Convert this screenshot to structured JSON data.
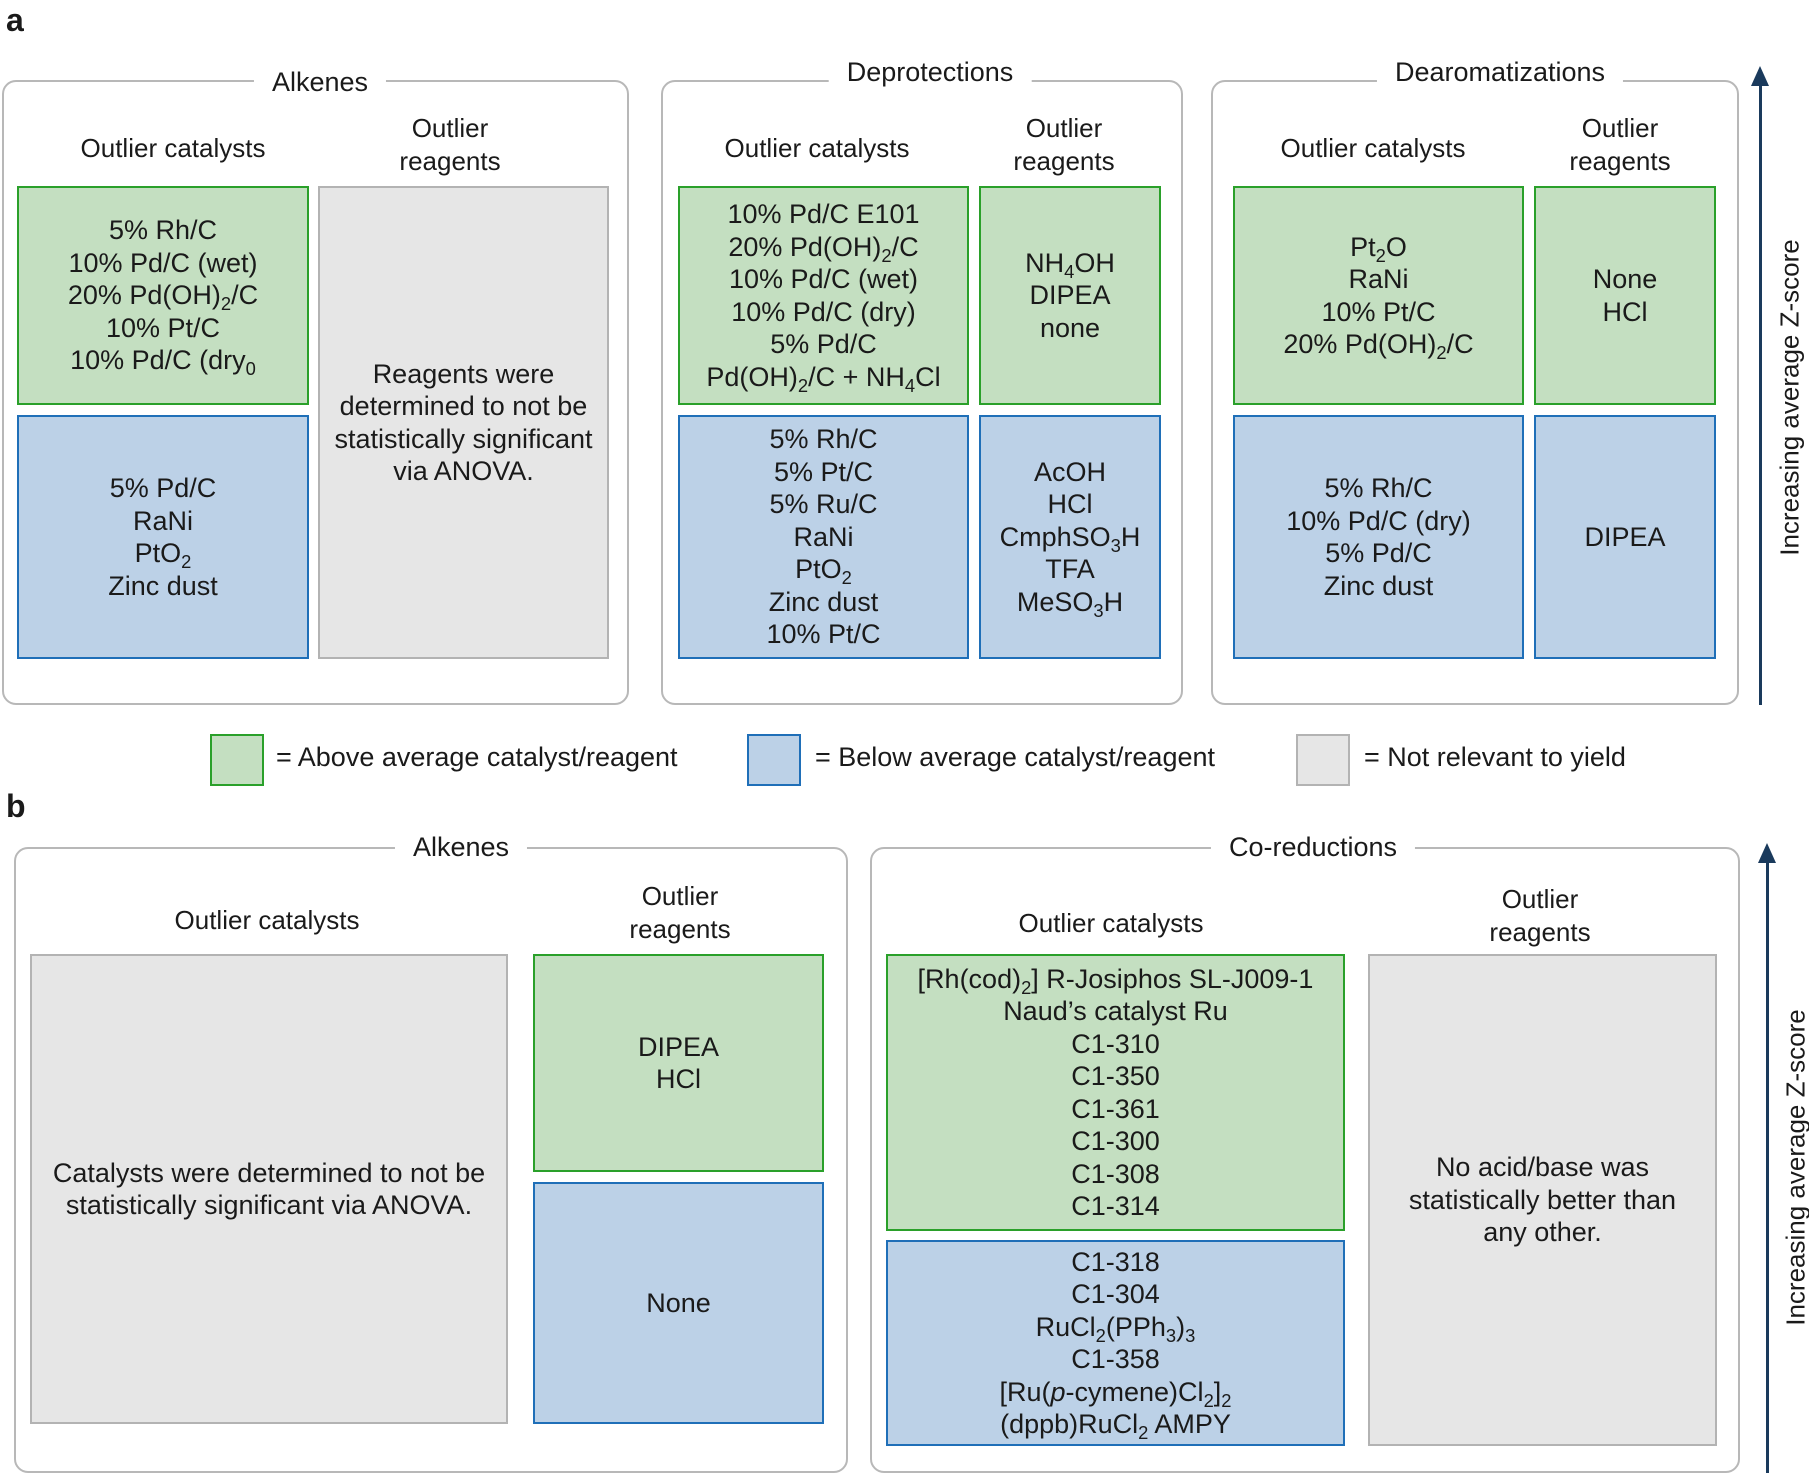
{
  "panel_a": {
    "label": "a",
    "axis_label": "Increasing average Z-score",
    "groups": [
      {
        "title": "Alkenes",
        "catalysts_header": "Outlier catalysts",
        "reagents_header_l1": "Outlier",
        "reagents_header_l2": "reagents",
        "catalysts_above": [
          "5% Rh/C",
          "10% Pd/C (wet)",
          "20% Pd(OH)2/C",
          "10% Pt/C",
          "10% Pd/C (dry0"
        ],
        "catalysts_below": [
          "5% Pd/C",
          "RaNi",
          "PtO2",
          "Zinc dust"
        ],
        "reagents_note": "Reagents were determined to not be statistically significant via ANOVA."
      },
      {
        "title": "Deprotections",
        "catalysts_header": "Outlier catalysts",
        "reagents_header_l1": "Outlier",
        "reagents_header_l2": "reagents",
        "catalysts_above": [
          "10% Pd/C E101",
          "20% Pd(OH)2/C",
          "10% Pd/C (wet)",
          "10% Pd/C (dry)",
          "5% Pd/C",
          "Pd(OH)2/C + NH4Cl"
        ],
        "catalysts_below": [
          "5% Rh/C",
          "5% Pt/C",
          "5% Ru/C",
          "RaNi",
          "PtO2",
          "Zinc dust",
          "10% Pt/C"
        ],
        "reagents_above": [
          "NH4OH",
          "DIPEA",
          "none"
        ],
        "reagents_below": [
          "AcOH",
          "HCl",
          "CmphSO3H",
          "TFA",
          "MeSO3H"
        ]
      },
      {
        "title": "Dearomatizations",
        "catalysts_header": "Outlier catalysts",
        "reagents_header_l1": "Outlier",
        "reagents_header_l2": "reagents",
        "catalysts_above": [
          "Pt2O",
          "RaNi",
          "10% Pt/C",
          "20% Pd(OH)2/C"
        ],
        "catalysts_below": [
          "5% Rh/C",
          "10% Pd/C (dry)",
          "5% Pd/C",
          "Zinc dust"
        ],
        "reagents_above": [
          "None",
          "HCl"
        ],
        "reagents_below": [
          "DIPEA"
        ]
      }
    ]
  },
  "legend": {
    "above": "= Above average catalyst/reagent",
    "below": "= Below average catalyst/reagent",
    "not_relevant": "= Not relevant to yield",
    "colors": {
      "above_fill": "#c4dfc1",
      "above_border": "#2aa02a",
      "below_fill": "#bcd1e7",
      "below_border": "#1f6fb8",
      "grey_fill": "#e6e6e6",
      "grey_border": "#b3b3b3"
    }
  },
  "panel_b": {
    "label": "b",
    "axis_label": "Increasing average Z-score",
    "groups": [
      {
        "title": "Alkenes",
        "catalysts_header": "Outlier catalysts",
        "reagents_header_l1": "Outlier",
        "reagents_header_l2": "reagents",
        "catalysts_note": "Catalysts were determined to not be statistically significant via ANOVA.",
        "reagents_above": [
          "DIPEA",
          "HCl"
        ],
        "reagents_below": [
          "None"
        ]
      },
      {
        "title": "Co-reductions",
        "catalysts_header": "Outlier catalysts",
        "reagents_header_l1": "Outlier",
        "reagents_header_l2": "reagents",
        "catalysts_above": [
          "[Rh(cod)2] R-Josiphos SL-J009-1",
          "Naud’s catalyst Ru",
          "C1-310",
          "C1-350",
          "C1-361",
          "C1-300",
          "C1-308",
          "C1-314"
        ],
        "catalysts_below": [
          "C1-318",
          "C1-304",
          "RuCl2(PPh3)3",
          "C1-358",
          "[Ru(p-cymene)Cl2]2",
          "(dppb)RuCl2 AMPY"
        ],
        "reagents_note": "No acid/base was statistically better than any other."
      }
    ]
  }
}
